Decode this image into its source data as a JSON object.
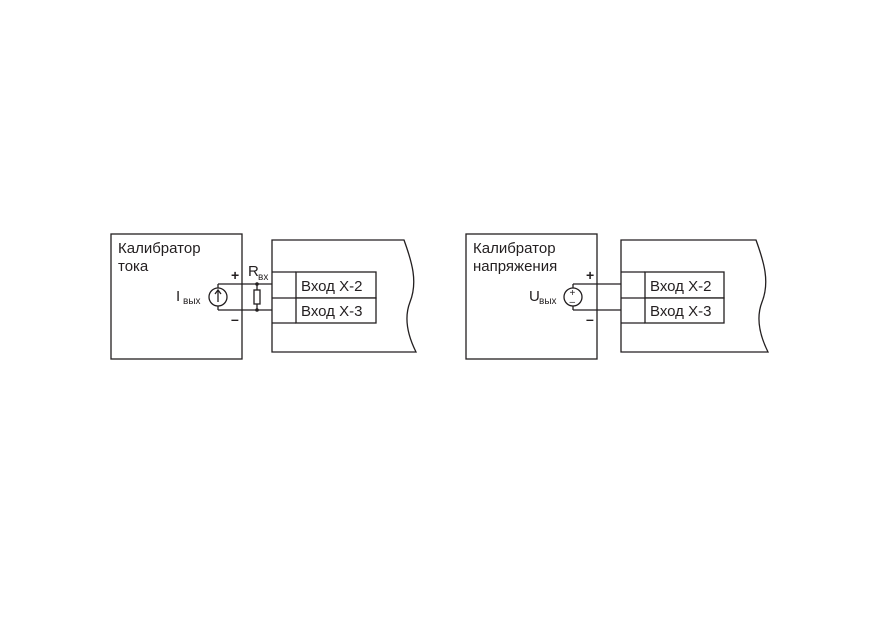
{
  "left": {
    "calibrator_line1": "Калибратор",
    "calibrator_line2": "тока",
    "source_main": "I",
    "source_sub": "вых",
    "resistor_main": "R",
    "resistor_sub": "вх",
    "plus": "+",
    "minus": "–",
    "terminal_1": "Вход Х-2",
    "terminal_2": "Вход Х-3"
  },
  "right": {
    "calibrator_line1": "Калибратор",
    "calibrator_line2": "напряжения",
    "source_main": "U",
    "source_sub": "вых",
    "plus": "+",
    "minus": "–",
    "source_plus": "+",
    "source_minus": "–",
    "terminal_1": "Вход Х-2",
    "terminal_2": "Вход Х-3"
  },
  "colors": {
    "line": "#231f20",
    "background": "#ffffff"
  }
}
